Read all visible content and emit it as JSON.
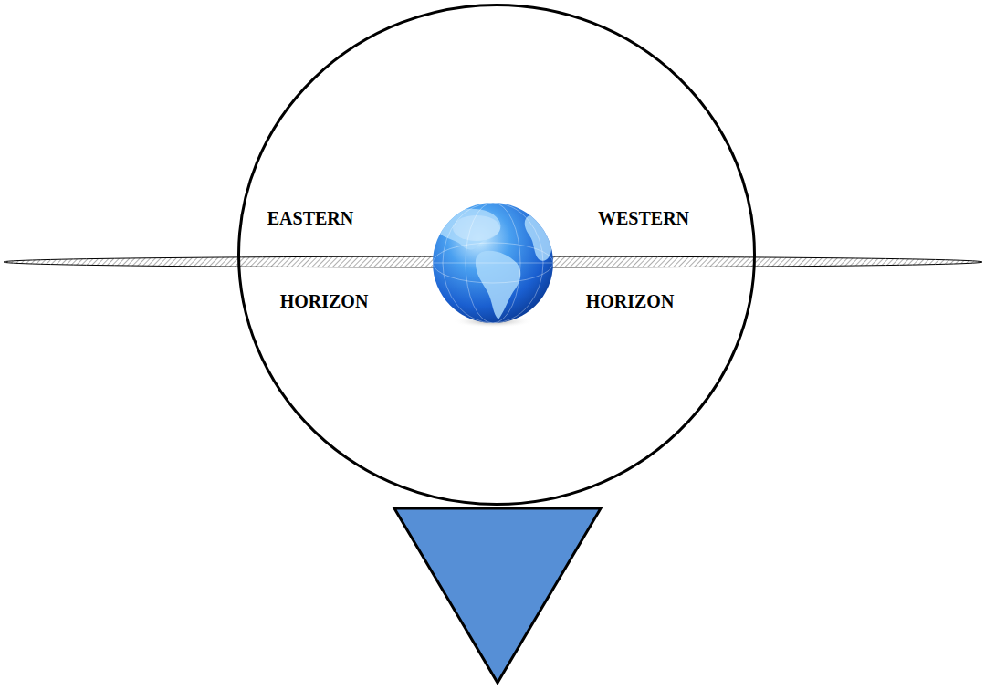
{
  "diagram": {
    "nodes": [
      {
        "text": [
          "EASTERN",
          "WESTERN",
          "HORIZON",
          "HORIZON"
        ]
      }
    ]
  }
}
